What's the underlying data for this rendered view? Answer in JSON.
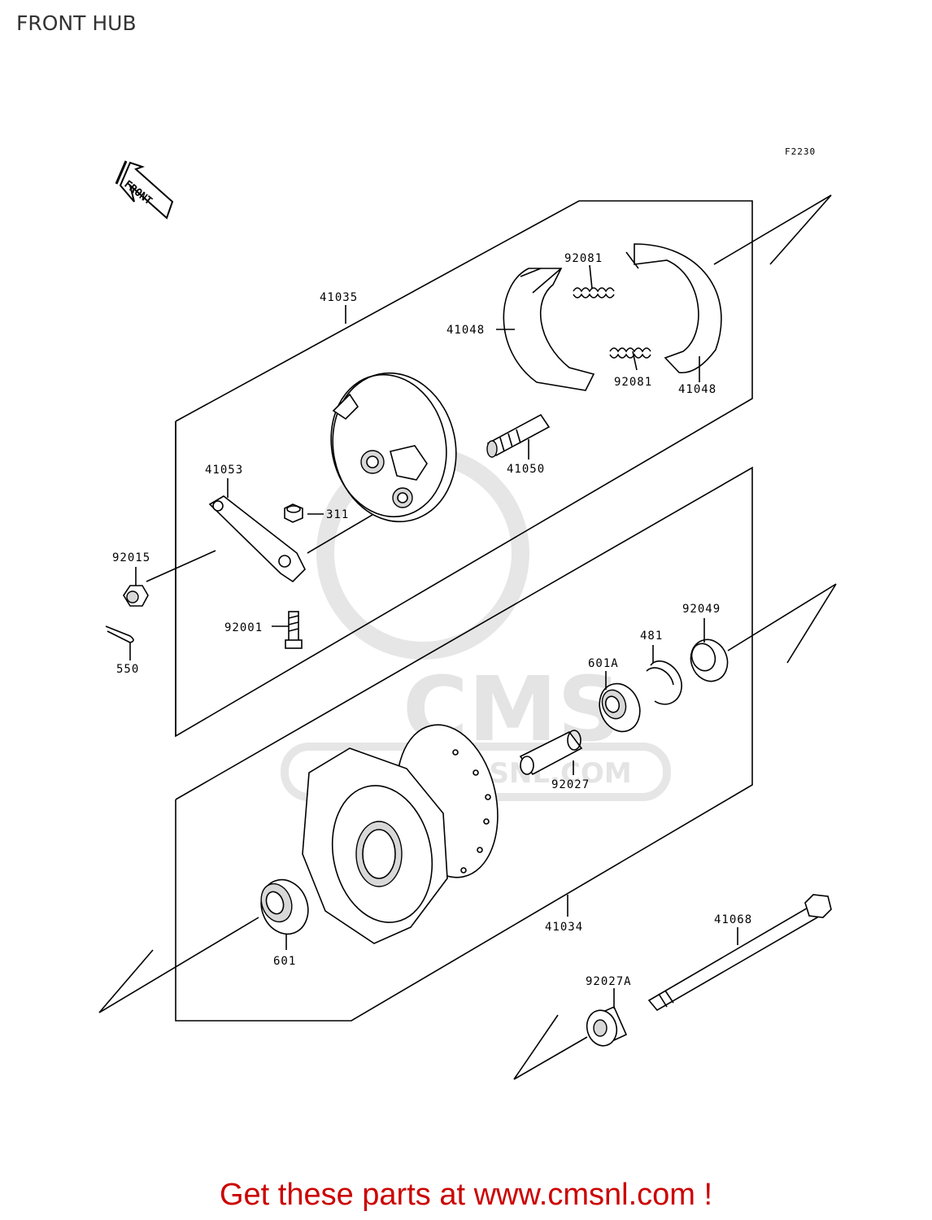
{
  "page": {
    "title": "FRONT HUB",
    "figure_code": "F2230",
    "front_arrow_text": "FRONT",
    "watermark_text": "CMS",
    "watermark_url": "WWW.CMSNL.COM",
    "cta_text": "Get these parts at www.cmsnl.com !",
    "cta_color": "#cc0000"
  },
  "parts": {
    "p41035": "41035",
    "p92081_upper": "92081",
    "p41048_left": "41048",
    "p92081_lower": "92081",
    "p41048_right": "41048",
    "p41050": "41050",
    "p41053": "41053",
    "p311": "311",
    "p92015": "92015",
    "p92001": "92001",
    "p550": "550",
    "p92049": "92049",
    "p481": "481",
    "p601A": "601A",
    "p92027": "92027",
    "p41034": "41034",
    "p41068": "41068",
    "p601": "601",
    "p92027A": "92027A"
  }
}
